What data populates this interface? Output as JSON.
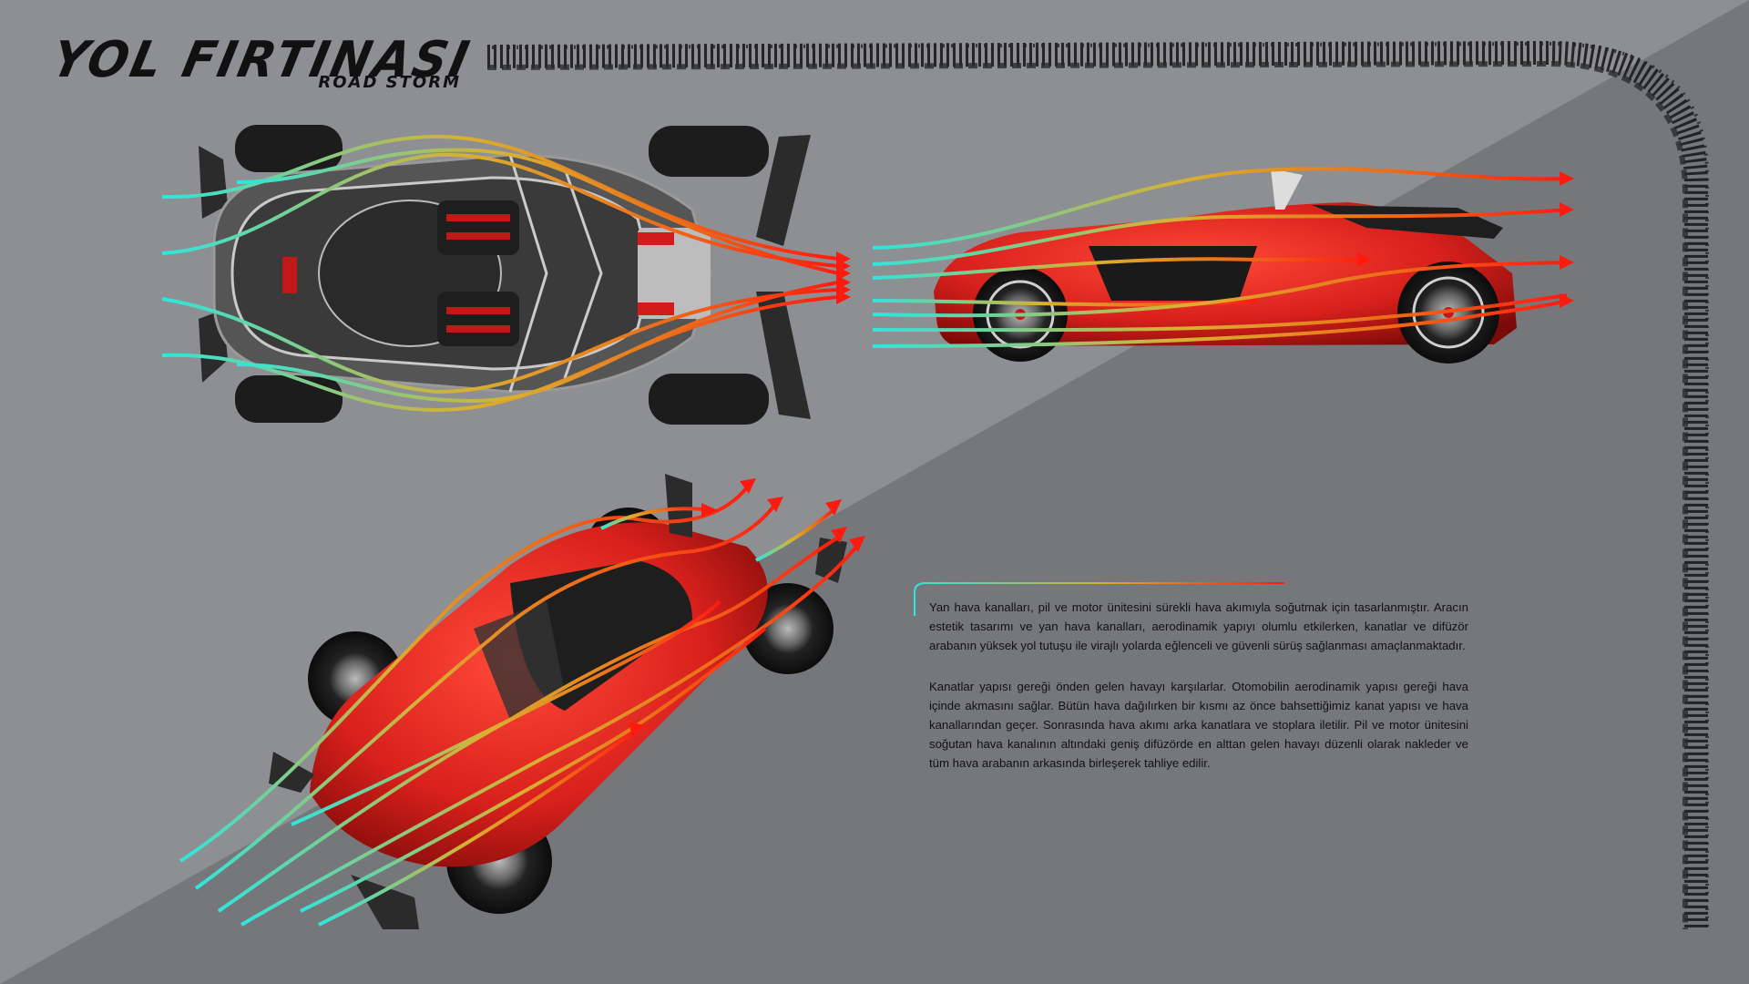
{
  "header": {
    "title": "YOL FIRTINASI",
    "subtitle": "ROAD STORM"
  },
  "description": {
    "paragraph_1": "Yan hava kanalları, pil ve motor ünitesini sürekli hava akımıyla soğutmak için tasarlanmıştır. Aracın estetik tasarımı ve yan hava kanalları, aerodinamik yapıyı olumlu etkilerken, kanatlar ve difüzör arabanın yüksek yol tutuşu ile virajlı yolarda eğlenceli ve güvenli sürüş sağlanması amaçlanmaktadır.",
    "paragraph_2": "Kanatlar yapısı gereği önden gelen havayı karşılarlar. Otomobilin aerodinamik yapısı gereği hava içinde akmasını sağlar. Bütün hava dağılırken bir kısmı az önce bahsettiğimiz kanat yapısı ve hava kanallarından geçer. Sonrasında hava akımı arka kanatlara ve stoplara iletilir. Pil ve motor ünitesini soğutan hava kanalının altındaki geniş difüzörde en alttan gelen havayı düzenli olarak nakleder ve tüm hava arabanın arkasında birleşerek tahliye edilir."
  },
  "colors": {
    "background_light": "#8d8e92",
    "background_dark": "#75767a",
    "car_red": "#d8201c",
    "flow_start": "#2fe6dc",
    "flow_mid": "#e8a020",
    "flow_end": "#ff1a10",
    "tire_track": "#1a1a1a"
  },
  "views": [
    {
      "name": "top-view"
    },
    {
      "name": "side-view"
    },
    {
      "name": "perspective-view"
    }
  ]
}
